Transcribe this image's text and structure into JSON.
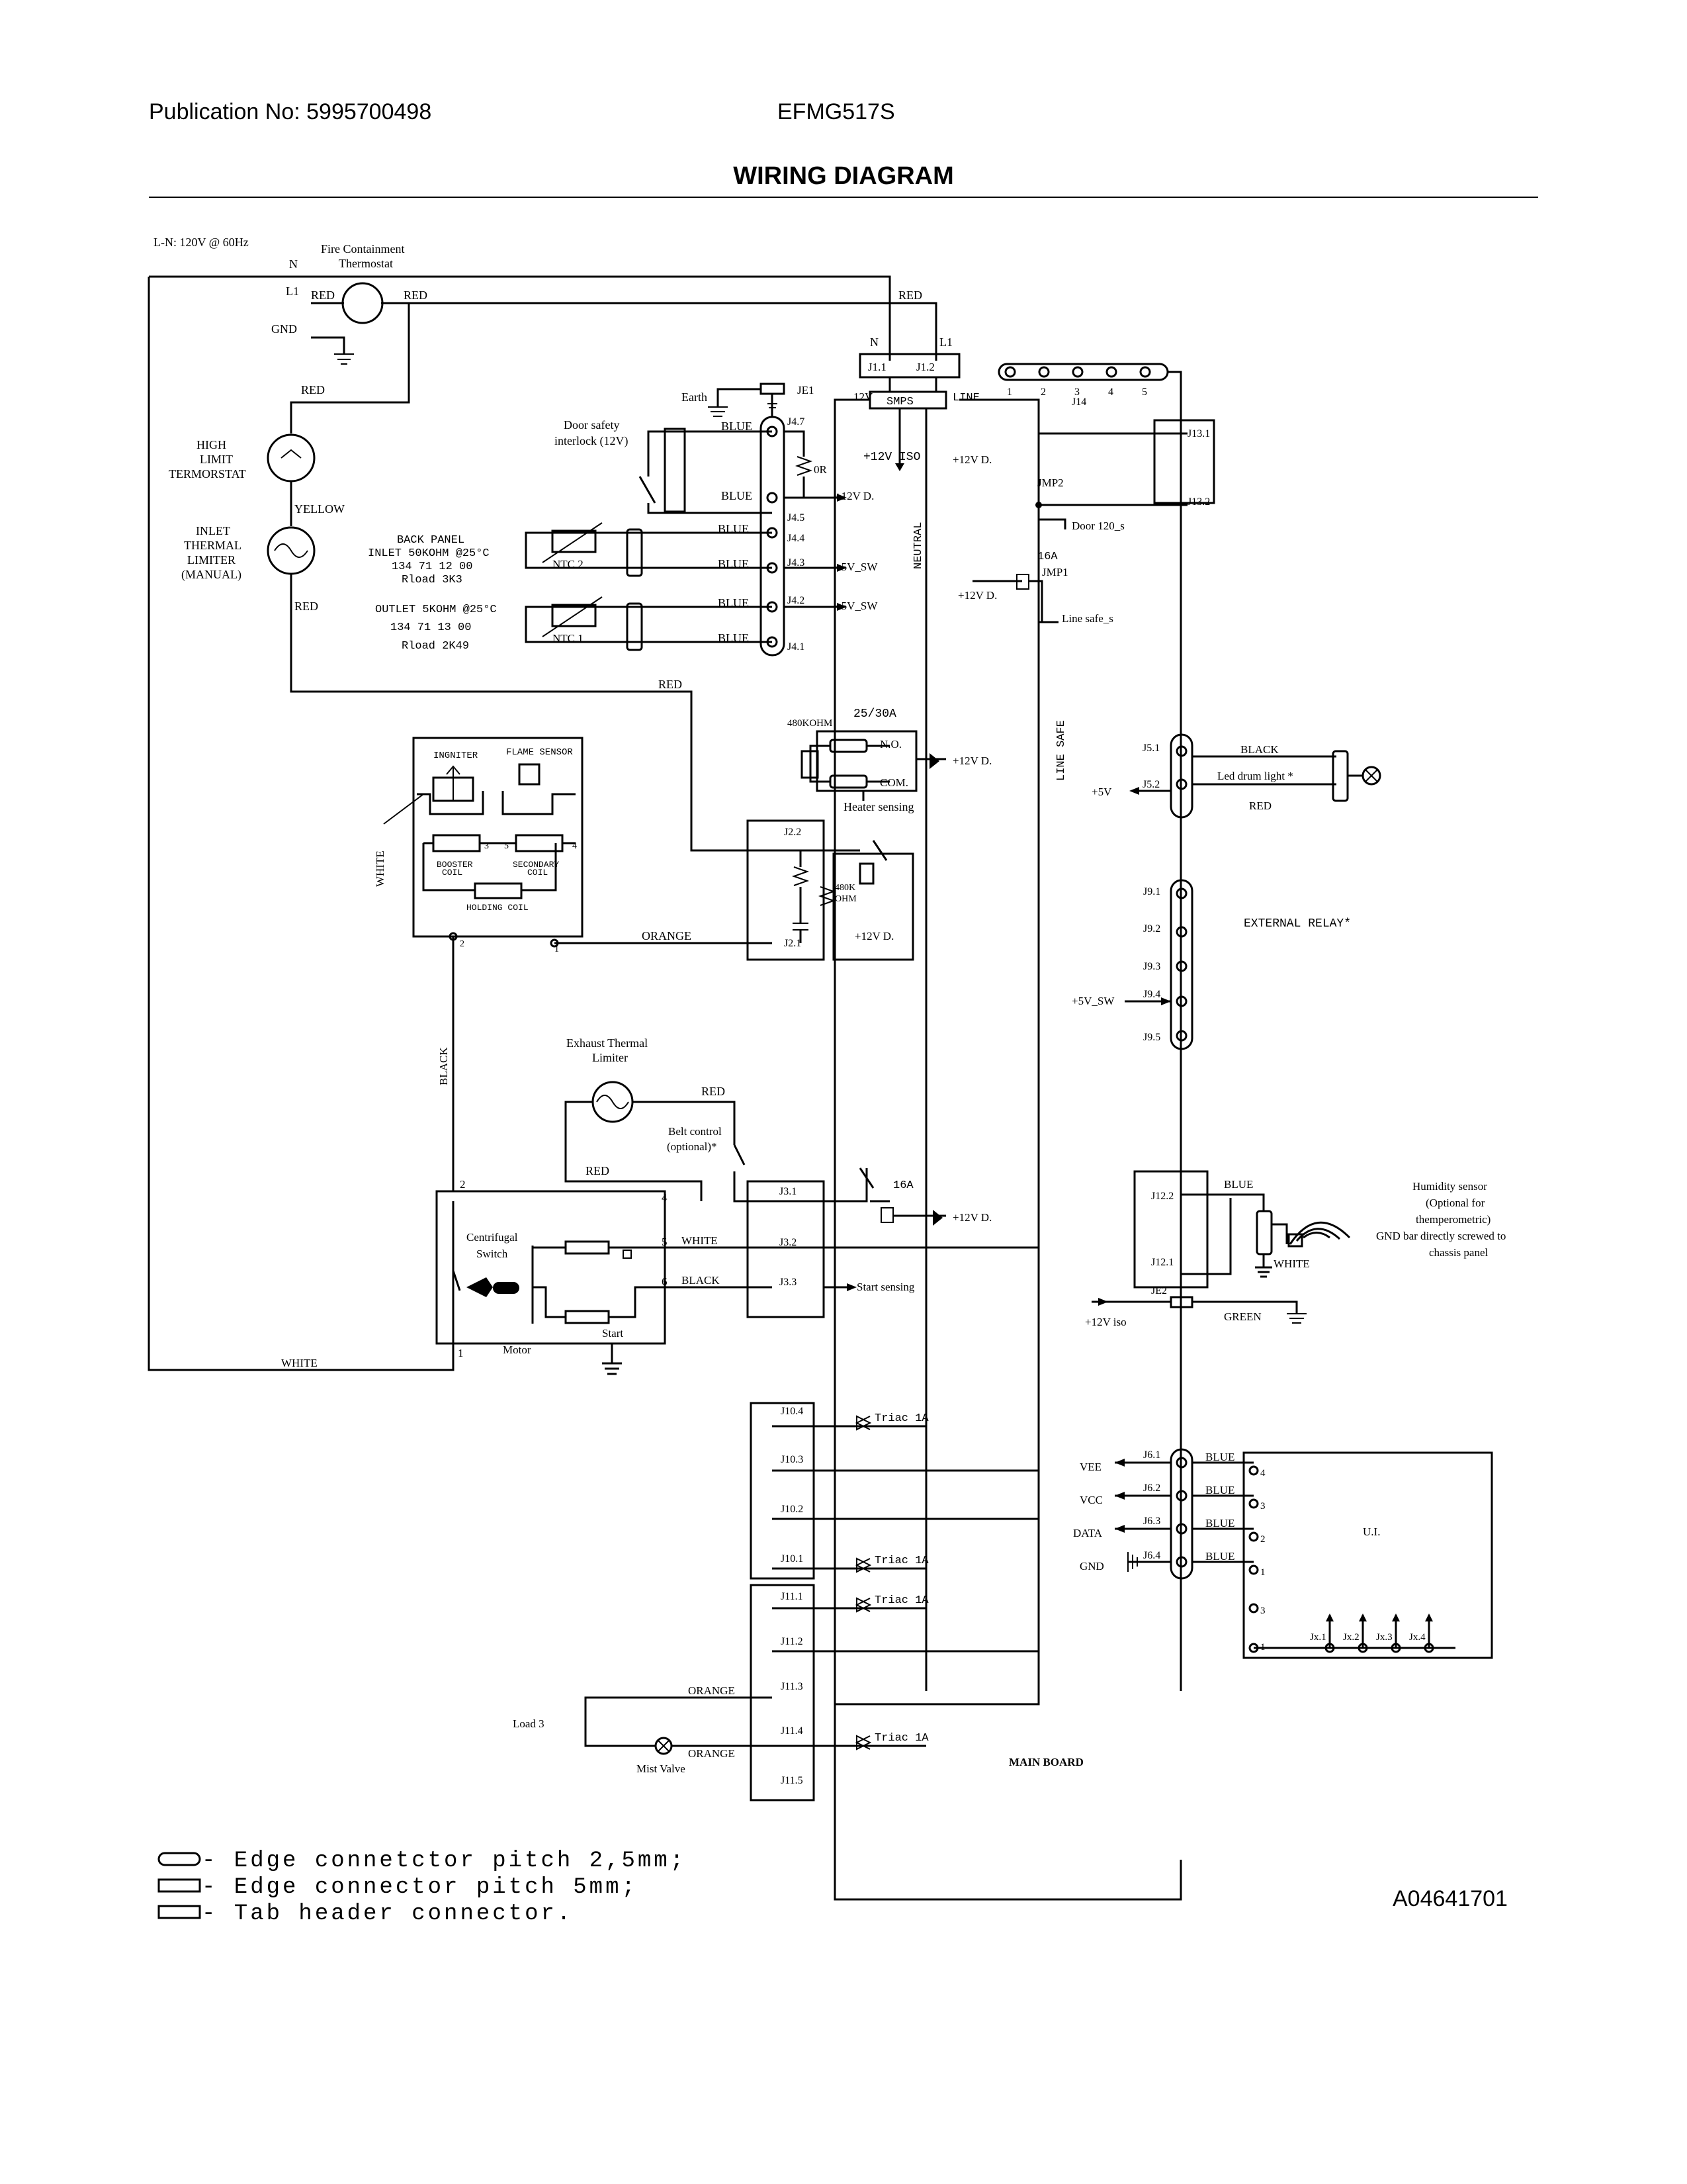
{
  "header": {
    "publication": "Publication No: 5995700498",
    "model": "EFMG517S",
    "title": "WIRING DIAGRAM",
    "doc_id": "A04641701"
  },
  "supply": {
    "line_spec": "L-N: 120V @ 60Hz",
    "n": "N",
    "l1": "L1",
    "gnd": "GND"
  },
  "components": {
    "fire_thermostat": [
      "Fire Containment",
      "Thermostat"
    ],
    "high_limit": [
      "HIGH",
      "LIMIT",
      "TERMORSTAT"
    ],
    "inlet_limiter": [
      "INLET",
      "THERMAL",
      "LIMITER",
      "(MANUAL)"
    ],
    "door_interlock": [
      "Door safety",
      "interlock (12V)"
    ],
    "earth": "Earth",
    "je1": "JE1",
    "smps": "SMPS",
    "ntc2": "NTC 2",
    "ntc1": "NTC 1",
    "back_panel": [
      "BACK PANEL",
      "INLET 50KOHM @25°C",
      "134 71 12 00",
      "Rload 3K3"
    ],
    "outlet": [
      "OUTLET 5KOHM @25°C",
      "134 71 13 00",
      "Rload 2K49"
    ],
    "igniter": "INGNITER",
    "flame_sensor": "FLAME SENSOR",
    "booster": [
      "BOOSTER",
      "COIL"
    ],
    "secondary": [
      "SECONDARY",
      "COIL"
    ],
    "holding": "HOLDING COIL",
    "exhaust": [
      "Exhaust Thermal",
      "Limiter"
    ],
    "belt": [
      "Belt control",
      "(optional)*"
    ],
    "centrifugal": [
      "Centrifugal",
      "Switch"
    ],
    "start": "Start",
    "motor": "Motor",
    "load3": "Load 3",
    "mist": "Mist Valve",
    "main_board": "MAIN BOARD",
    "ui": "U.I.",
    "external_relay": "EXTERNAL RELAY*",
    "led": "Led drum light *",
    "humidity": [
      "Humidity sensor",
      "(Optional for",
      "themperometric)",
      "GND bar directly screwed to",
      "chassis panel"
    ],
    "heater_sensing": "Heater sensing",
    "start_sensing": "Start sensing",
    "heater_relay": "25/30A",
    "heater_r": "480KOHM",
    "r480k": [
      "480K",
      "OHM"
    ],
    "no": "N.O.",
    "com": "COM.",
    "door120": "Door 120_s",
    "line_safe_s": "Line safe_s",
    "jmp1": "JMP1",
    "jmp2": "JMP2",
    "r0": "0R",
    "relay16": "16A",
    "neutral": "NEUTRAL",
    "line_safe": "LINE SAFE",
    "triac": "Triac 1A"
  },
  "wire_colors": {
    "red": "RED",
    "yellow": "YELLOW",
    "blue": "BLUE",
    "white": "WHITE",
    "black": "BLACK",
    "orange": "ORANGE",
    "green": "GREEN"
  },
  "signals": {
    "v12iso": "+12V ISO",
    "v12d": "+12V D.",
    "v5sw": "+5V_SW",
    "v5": "+5V",
    "v12iso_low": "+12V iso",
    "v12_smps": "12V",
    "line": "LINE",
    "vee": "VEE",
    "vcc": "VCC",
    "data": "DATA",
    "gnd": "GND"
  },
  "connectors": {
    "j1": [
      "J1.1",
      "J1.2"
    ],
    "j14": "J14",
    "j14_pins": [
      "1",
      "2",
      "3",
      "4",
      "5"
    ],
    "j13": [
      "J13.1",
      "J13.2"
    ],
    "j4": [
      "J4.7",
      "J4.5",
      "J4.4",
      "J4.3",
      "J4.2",
      "J4.1"
    ],
    "j5": [
      "J5.1",
      "J5.2"
    ],
    "j2": [
      "J2.2",
      "J2.1"
    ],
    "j9": [
      "J9.1",
      "J9.2",
      "J9.3",
      "J9.4",
      "J9.5"
    ],
    "j3": [
      "J3.1",
      "J3.2",
      "J3.3"
    ],
    "j12": [
      "J12.2",
      "J12.1"
    ],
    "je2": "JE2",
    "j10": [
      "J10.4",
      "J10.3",
      "J10.2",
      "J10.1"
    ],
    "j11": [
      "J11.1",
      "J11.2",
      "J11.3",
      "J11.4",
      "J11.5"
    ],
    "j6": [
      "J6.1",
      "J6.2",
      "J6.3",
      "J6.4"
    ],
    "ui_pins": [
      "4",
      "3",
      "2",
      "1",
      "3",
      "1"
    ],
    "jx": [
      "Jx.1",
      "Jx.2",
      "Jx.3",
      "Jx.4"
    ],
    "pin_numbers": [
      "3",
      "5",
      "4",
      "2",
      "1",
      "2",
      "4",
      "5",
      "6",
      "1"
    ]
  },
  "legend": [
    "- Edge connetctor pitch 2,5mm;",
    "- Edge connector pitch 5mm;",
    "- Tab header connector."
  ]
}
